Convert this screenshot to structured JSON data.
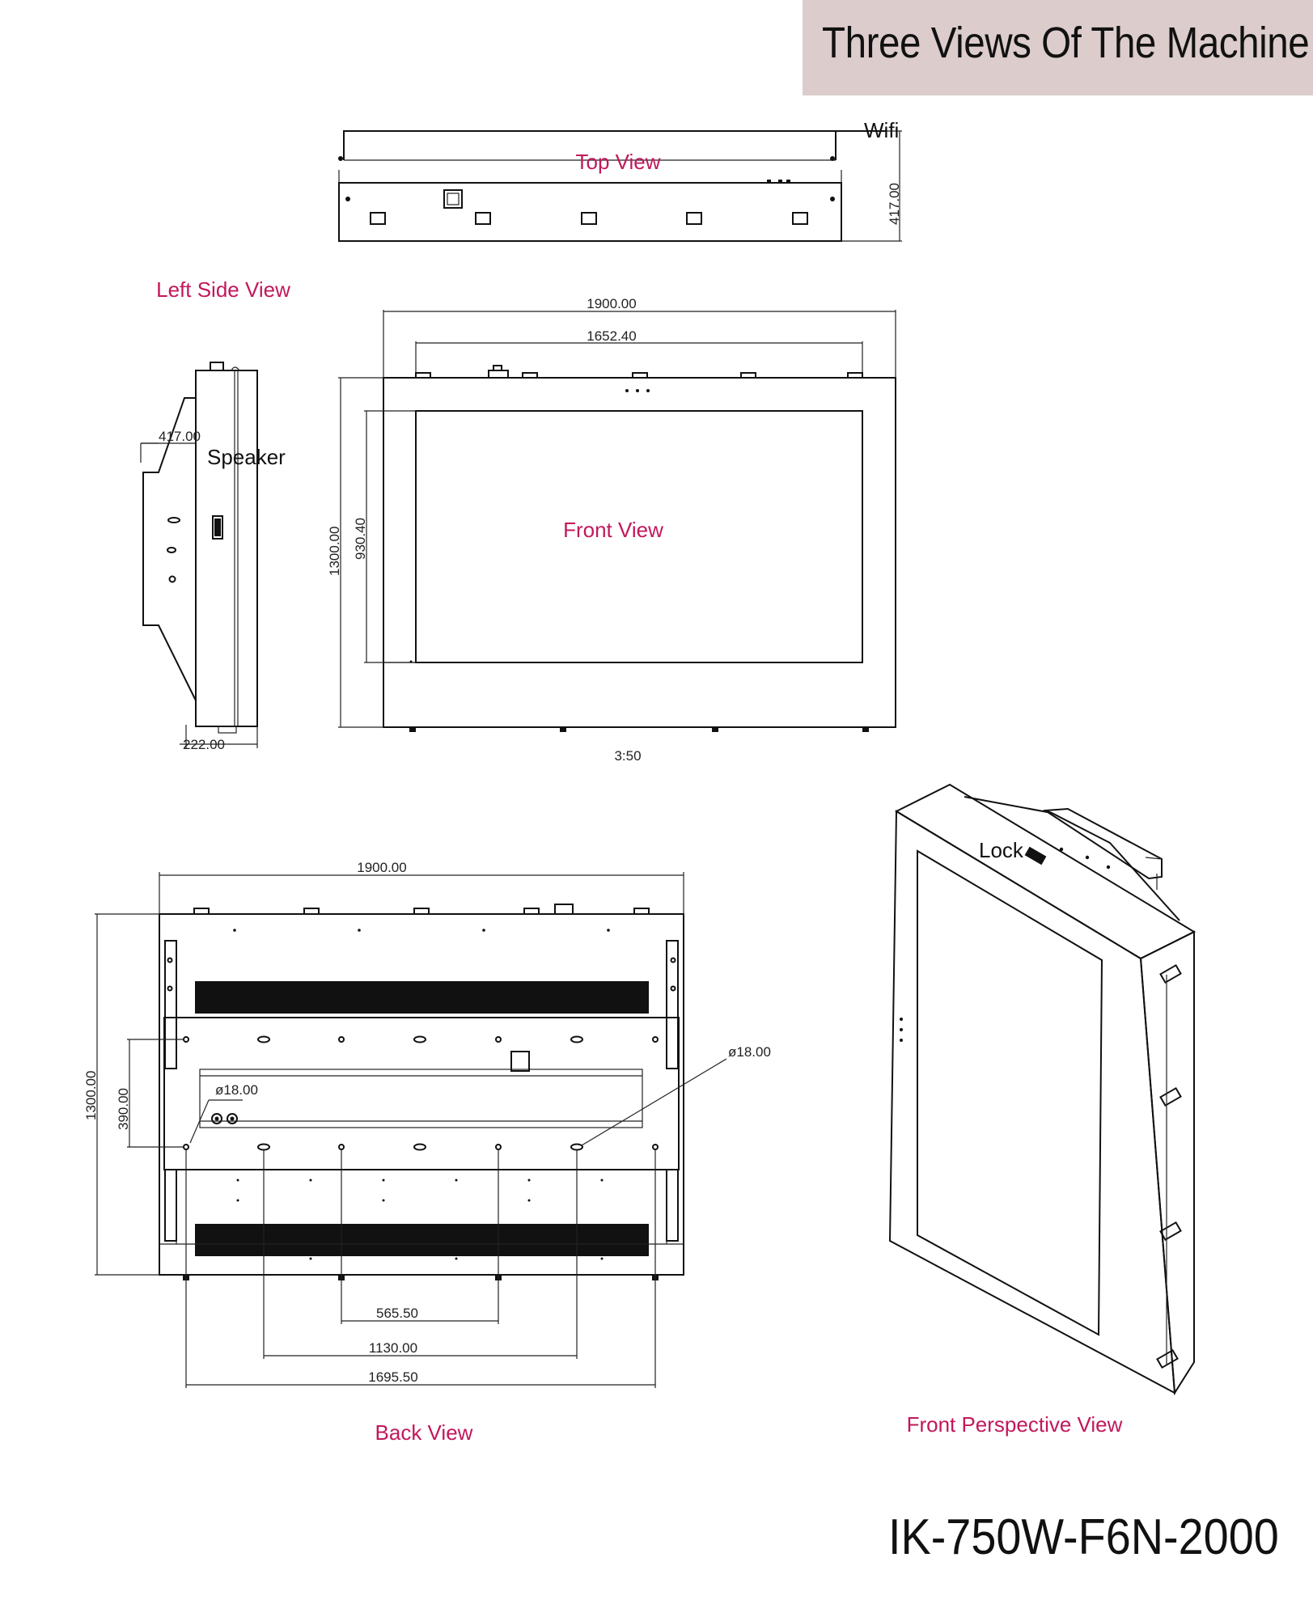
{
  "header": {
    "title": "Three Views Of The Machine",
    "title_bg": "#dccccc"
  },
  "model": "IK-750W-F6N-2000",
  "colors": {
    "view_label": "#c2185b",
    "line": "#111111"
  },
  "views": {
    "top": "Top View",
    "left_side": "Left Side View",
    "front": "Front View",
    "back": "Back View",
    "front_perspective": "Front Perspective View"
  },
  "callouts": {
    "wifi": "Wifi",
    "speaker": "Speaker",
    "lock": "Lock"
  },
  "dimensions": {
    "top_depth": "417.00",
    "front_width": "1900.00",
    "front_inner_width": "1652.40",
    "front_height": "1300.00",
    "front_inner_height": "930.40",
    "front_bottom": "3:50",
    "side_depth": "417.00",
    "side_bottom": "222.00",
    "back_width": "1900.00",
    "back_height": "1300.00",
    "back_hole_height": "390.00",
    "hole_dia_left": "ø18.00",
    "hole_dia_right": "ø18.00",
    "span_small": "565.50",
    "span_mid": "1130.00",
    "span_large": "1695.50"
  }
}
